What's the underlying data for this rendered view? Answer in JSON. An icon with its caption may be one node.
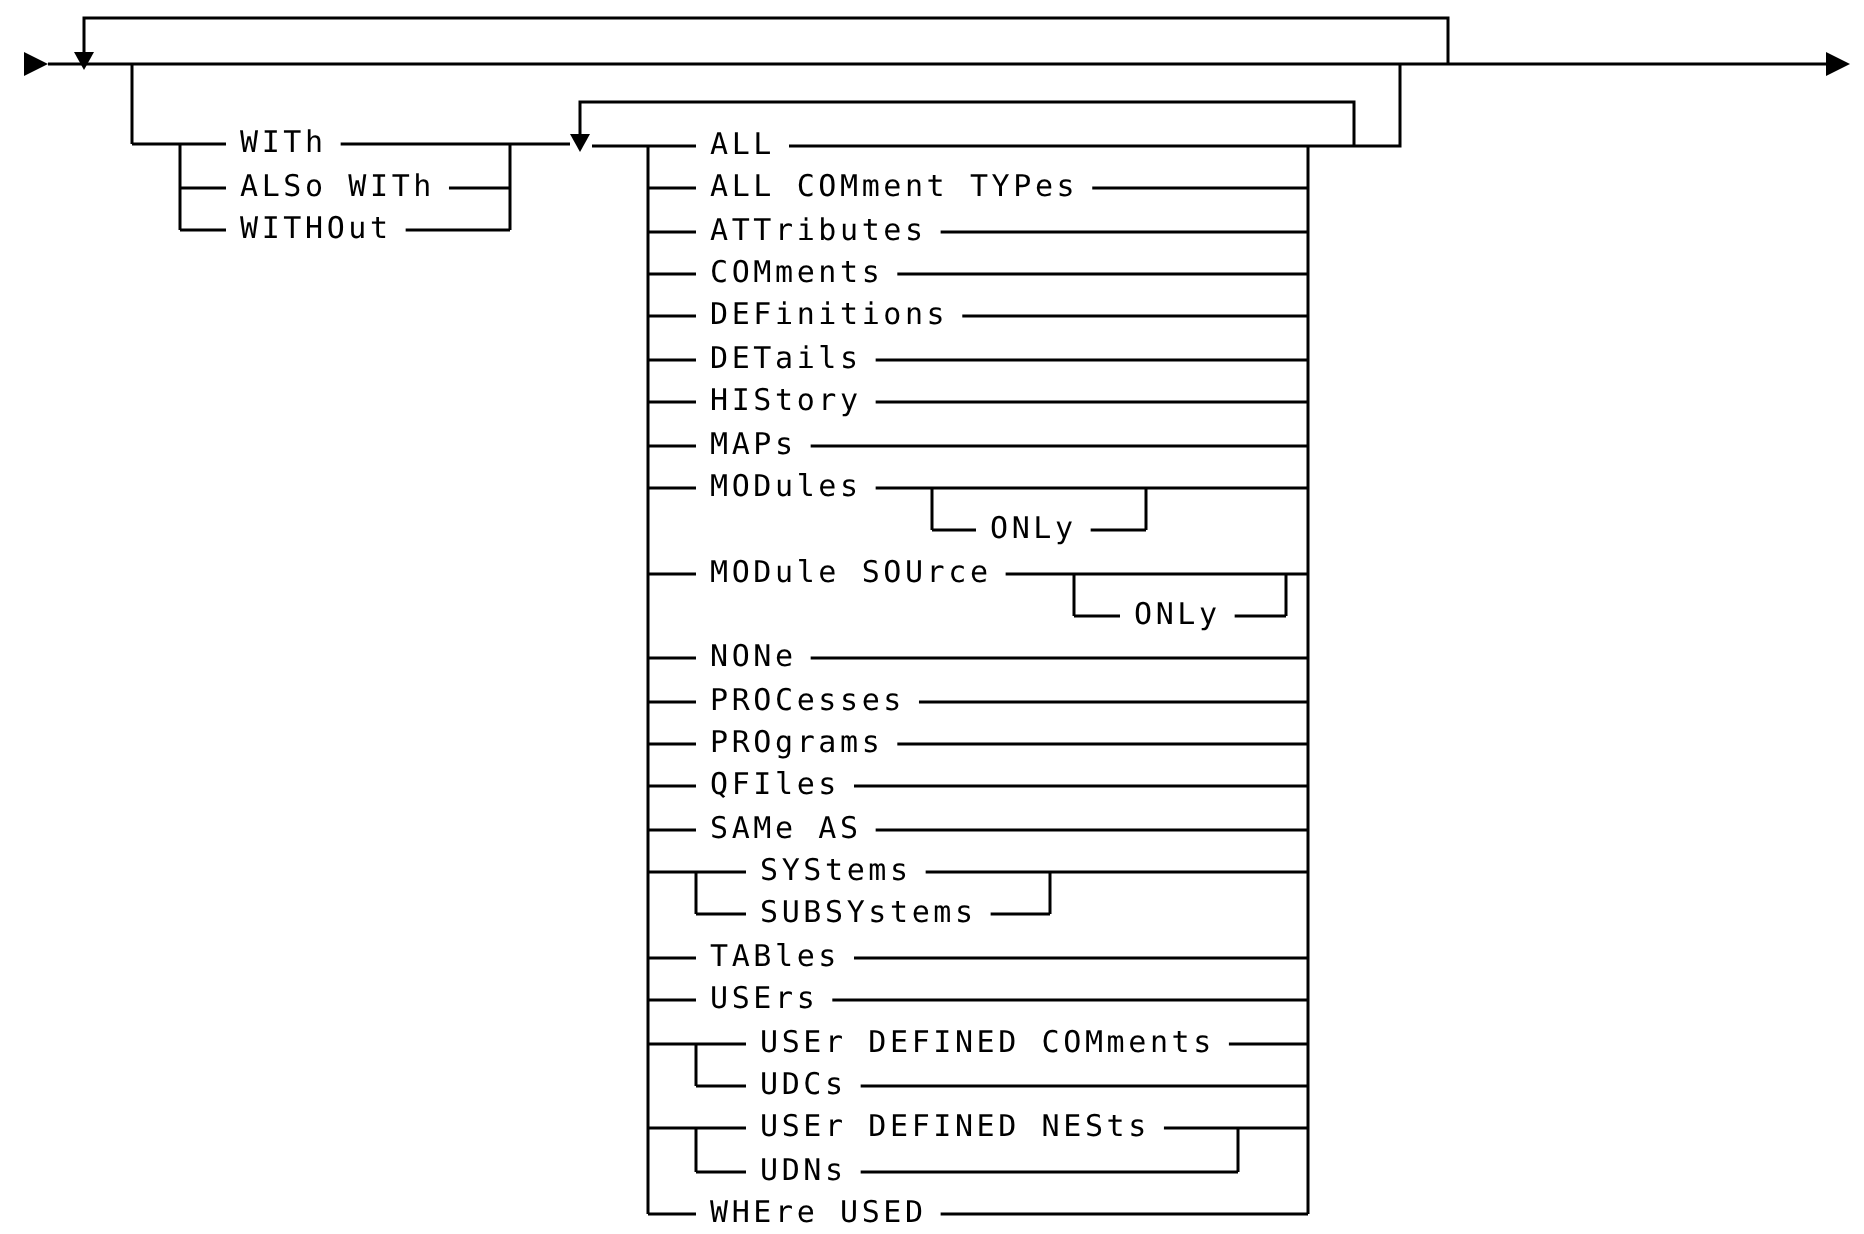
{
  "diagram": {
    "labels": [
      "WITh",
      "ALSo WITh",
      "WITHOut",
      "ALL",
      "ALL COMment TYPes",
      "ATTributes",
      "COMments",
      "DEFinitions",
      "DETails",
      "HIStory",
      "MAPs",
      "MODules",
      "ONLy",
      "MODule SOUrce",
      "ONLy",
      "NONe",
      "PROCesses",
      "PROgrams",
      "QFIles",
      "SAMe AS",
      "SYStems",
      "SUBSYstems",
      "TABles",
      "USErs",
      "USEr DEFINED COMments",
      "UDCs",
      "USEr DEFINED NESts",
      "UDNs",
      "WHEre USED"
    ]
  }
}
